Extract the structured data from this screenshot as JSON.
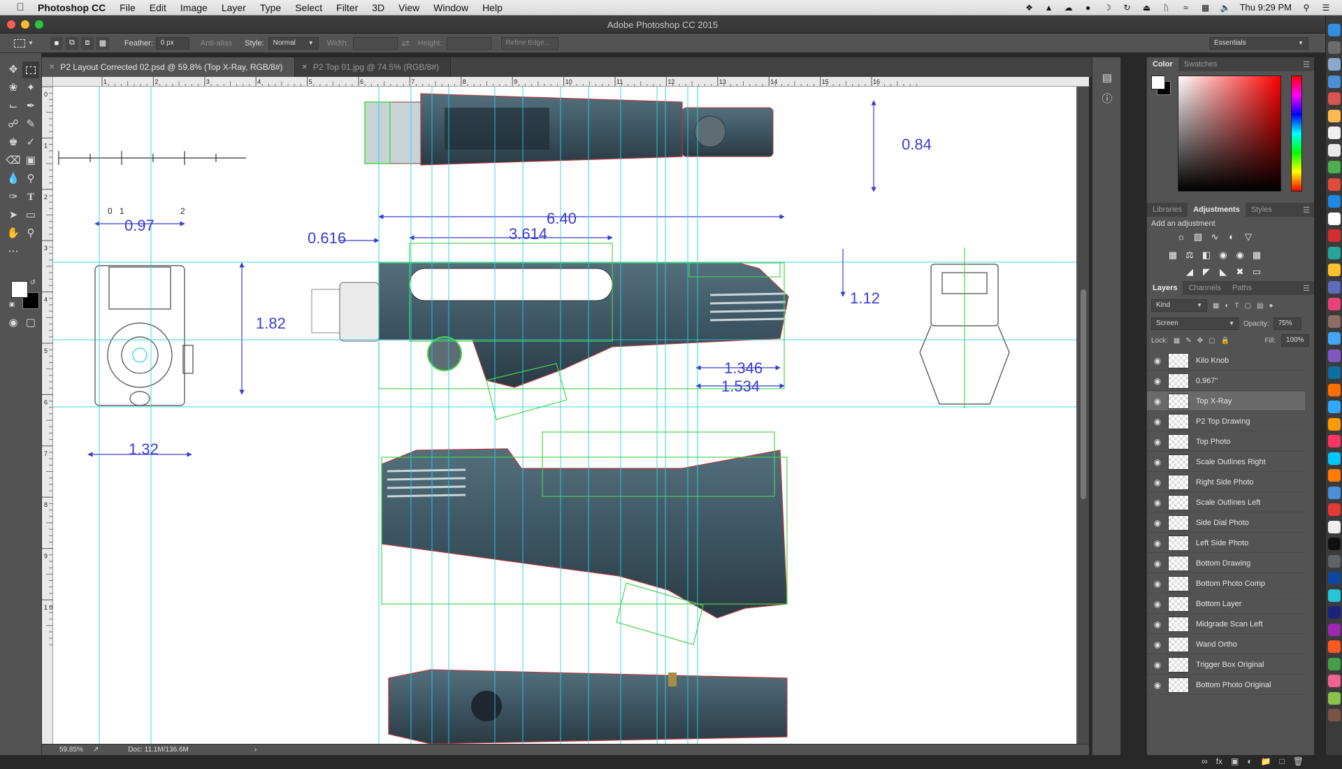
{
  "menubar": {
    "app_name": "Photoshop CC",
    "items": [
      "File",
      "Edit",
      "Image",
      "Layer",
      "Type",
      "Select",
      "Filter",
      "3D",
      "View",
      "Window",
      "Help"
    ],
    "clock": "Thu 9:29 PM"
  },
  "window": {
    "title": "Adobe Photoshop CC 2015"
  },
  "options_bar": {
    "feather_label": "Feather:",
    "feather_value": "0 px",
    "antialias_label": "Anti-alias",
    "style_label": "Style:",
    "style_value": "Normal",
    "width_label": "Width:",
    "height_label": "Height:",
    "refine_edge_label": "Refine Edge...",
    "workspace": "Essentials"
  },
  "doc_tabs": [
    {
      "label": "P2 Layout Corrected 02.psd @ 59.8% (Top X-Ray, RGB/8#)",
      "active": true
    },
    {
      "label": "P2 Top 01.jpg @ 74.5% (RGB/8#)",
      "active": false
    }
  ],
  "ruler_h_labels": [
    "1",
    "2",
    "3",
    "4",
    "5",
    "6",
    "7",
    "8",
    "9",
    "10",
    "11",
    "12",
    "13",
    "14",
    "15",
    "16"
  ],
  "ruler_v_labels": [
    "0",
    "1",
    "2",
    "3",
    "4",
    "5",
    "6",
    "7",
    "8",
    "9",
    "1 0"
  ],
  "canvas": {
    "scale_labels": [
      "0",
      "1",
      "2"
    ],
    "dimensions": [
      "0.97",
      "1.32",
      "0.616",
      "3.614",
      "6.40",
      "0.84",
      "1.82",
      "1.12",
      "1.346",
      "1.534"
    ]
  },
  "status_bar": {
    "zoom": "59.85%",
    "doc_info": "Doc: 11.1M/136.6M"
  },
  "color_panel": {
    "tabs": [
      "Color",
      "Swatches"
    ],
    "foreground": "#ffffff",
    "background": "#000000"
  },
  "adjustments_panel": {
    "tabs": [
      "Libraries",
      "Adjustments",
      "Styles"
    ],
    "hint": "Add an adjustment"
  },
  "layers_panel": {
    "tabs": [
      "Layers",
      "Channels",
      "Paths"
    ],
    "filter_kind": "Kind",
    "blend_mode": "Screen",
    "opacity_label": "Opacity:",
    "opacity_value": "75%",
    "lock_label": "Lock:",
    "fill_label": "Fill:",
    "fill_value": "100%",
    "layers": [
      {
        "name": "Kilo Knob",
        "selected": false
      },
      {
        "name": "0.967\"",
        "selected": false
      },
      {
        "name": "Top X-Ray",
        "selected": true
      },
      {
        "name": "P2 Top Drawing",
        "selected": false
      },
      {
        "name": "Top Photo",
        "selected": false
      },
      {
        "name": "Scale Outlines Right",
        "selected": false
      },
      {
        "name": "Right Side Photo",
        "selected": false
      },
      {
        "name": "Scale Outlines Left",
        "selected": false
      },
      {
        "name": "Side Dial Photo",
        "selected": false
      },
      {
        "name": "Left Side Photo",
        "selected": false
      },
      {
        "name": "Bottom Drawing",
        "selected": false
      },
      {
        "name": "Bottom Photo Comp",
        "selected": false
      },
      {
        "name": "Bottom Layer",
        "selected": false
      },
      {
        "name": "Midgrade Scan Left",
        "selected": false
      },
      {
        "name": "Wand Ortho",
        "selected": false
      },
      {
        "name": "Trigger Box Original",
        "selected": false
      },
      {
        "name": "Bottom Photo Original",
        "selected": false
      }
    ]
  },
  "colors": {
    "guide": "#22d3e6",
    "dimension": "#3b3bd1",
    "outline_green": "#49d449",
    "prop_body": "#3d5563"
  }
}
